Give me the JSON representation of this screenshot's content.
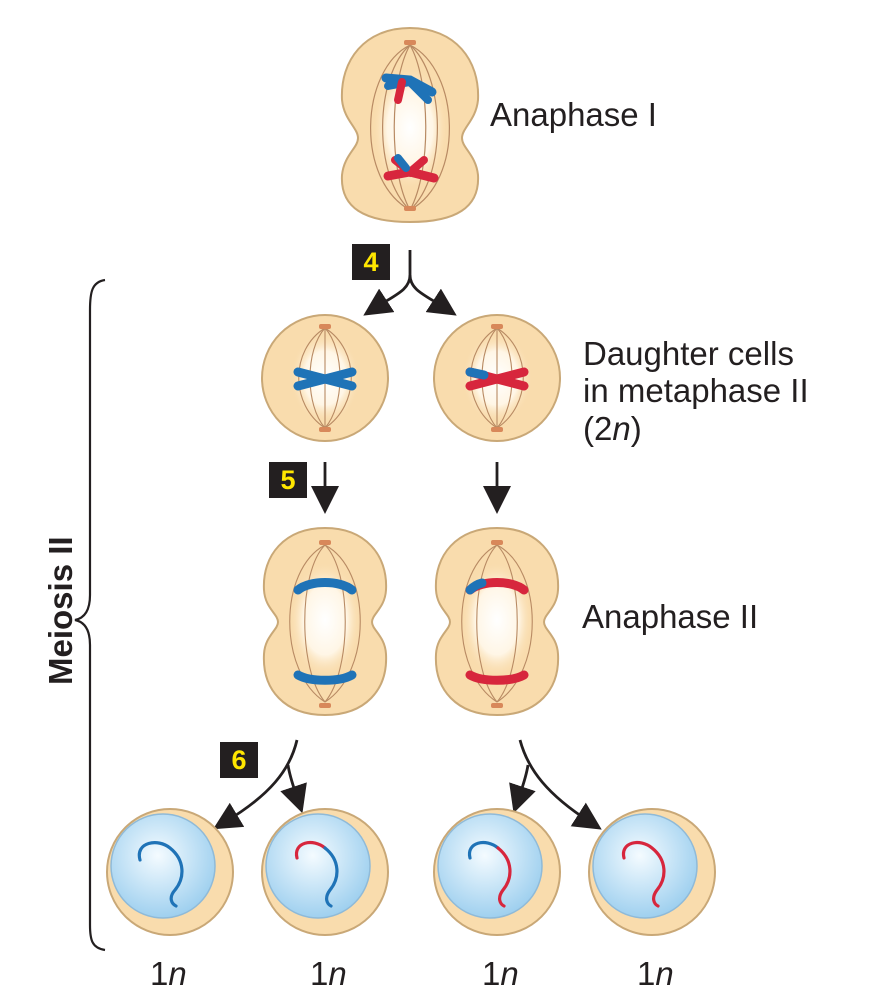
{
  "labels": {
    "anaphase1": "Anaphase I",
    "daughter_line1": "Daughter cells",
    "daughter_line2": "in metaphase II",
    "daughter_line3_num": "(2",
    "daughter_line3_var": "n",
    "daughter_line3_end": ")",
    "anaphase2": "Anaphase II",
    "meiosis2": "Meiosis II"
  },
  "steps": [
    "4",
    "5",
    "6"
  ],
  "ploidy": {
    "num": "1",
    "var": "n"
  },
  "colors": {
    "cell_fill": "#f9dcad",
    "cell_stroke": "#c9a877",
    "spindle": "#b88a63",
    "nucleus_fill": "#b9ddf5",
    "maternal_blue": "#1f73b7",
    "paternal_red": "#d7263d",
    "badge_bg": "#231f20",
    "badge_text": "#ffe600"
  }
}
